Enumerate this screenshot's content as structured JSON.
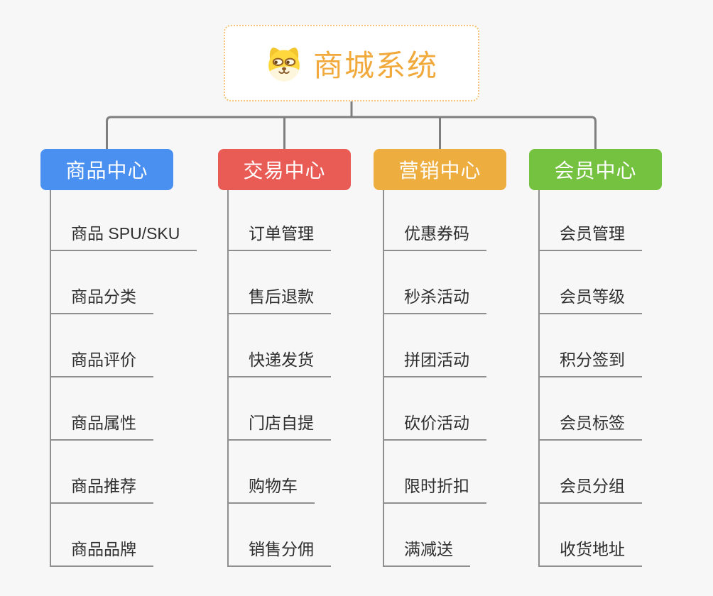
{
  "page": {
    "background_color": "#f7f7f7"
  },
  "root": {
    "title": "商城系统",
    "icon": "dog-logo-icon",
    "accent_color": "#f2a93c",
    "border_color": "#f2c473"
  },
  "connectors": {
    "color": "#7f7f7f",
    "subline_color": "#8f8f8f"
  },
  "branches": [
    {
      "label": "商品中心",
      "color": "#4a90f0",
      "children": [
        "商品 SPU/SKU",
        "商品分类",
        "商品评价",
        "商品属性",
        "商品推荐",
        "商品品牌"
      ]
    },
    {
      "label": "交易中心",
      "color": "#e95b55",
      "children": [
        "订单管理",
        "售后退款",
        "快递发货",
        "门店自提",
        "购物车",
        "销售分佣"
      ]
    },
    {
      "label": "营销中心",
      "color": "#eeae3f",
      "children": [
        "优惠券码",
        "秒杀活动",
        "拼团活动",
        "砍价活动",
        "限时折扣",
        "满减送"
      ]
    },
    {
      "label": "会员中心",
      "color": "#74c240",
      "children": [
        "会员管理",
        "会员等级",
        "积分签到",
        "会员标签",
        "会员分组",
        "收货地址"
      ]
    }
  ]
}
